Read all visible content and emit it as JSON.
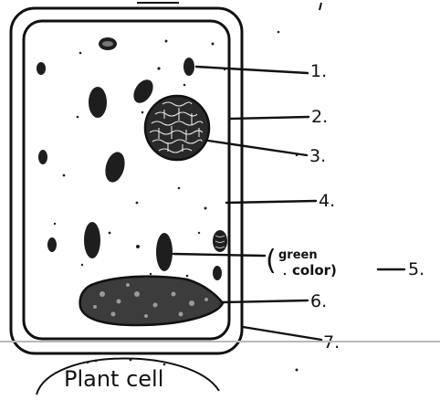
{
  "diagram": {
    "caption": "Plant cell",
    "labels": [
      "1.",
      "2.",
      "3.",
      "4.",
      "5.",
      "6.",
      "7."
    ],
    "annotation_paren_open": "(",
    "annotation_line1": "green",
    "annotation_line2": "color)"
  },
  "colors": {
    "ink": "#111111",
    "organelle": "#1e1e1e",
    "background": "#ffffff",
    "divider": "#b8b8b8"
  }
}
